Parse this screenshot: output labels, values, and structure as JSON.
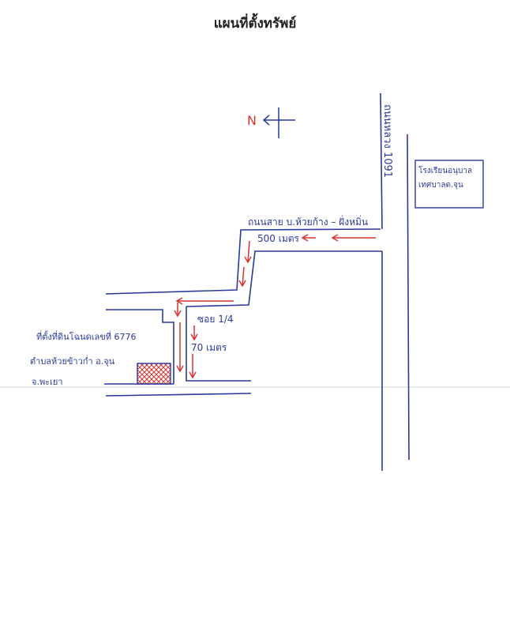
{
  "title": "แผนที่ตั้งทรัพย์",
  "compass": {
    "north_label": "N"
  },
  "roads": {
    "main_highway": "ถนนหลวง 1091",
    "connecting_road": "ถนนสาย บ.ห้วยก้าง – ฝั่งหมิ่น",
    "soi": "ซอย 1/4"
  },
  "landmarks": {
    "school": "โรงเรียนอนุบาล เทศบาลต.จุน"
  },
  "distances": {
    "connecting_road": "500 เมตร",
    "soi": "70 เมตร"
  },
  "property": {
    "line1": "ที่ตั้งที่ดินโฉนดเลขที่ 6776",
    "line2": "ตำบลห้วยข้าวก่ำ อ.จุน",
    "line3": "จ.พะเยา"
  },
  "colors": {
    "road_line": "#2a3a9a",
    "route_arrow": "#d8342f",
    "property_hatch": "#d8342f"
  }
}
